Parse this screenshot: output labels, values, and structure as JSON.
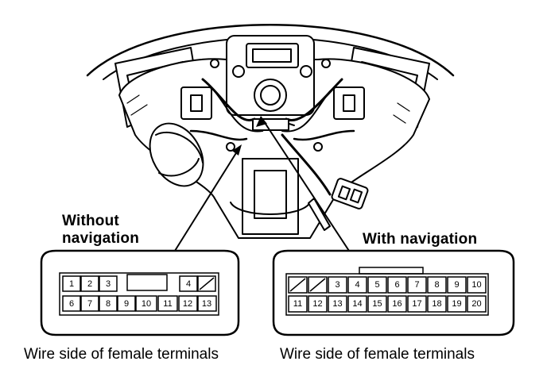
{
  "labels": {
    "without_nav_line1": "Without",
    "without_nav_line2": "navigation",
    "with_nav": "With navigation",
    "caption_left": "Wire side of female terminals",
    "caption_right": "Wire side of female terminals"
  },
  "left_connector": {
    "row1": [
      "1",
      "2",
      "3",
      "",
      "",
      "4",
      ""
    ],
    "row2": [
      "6",
      "7",
      "8",
      "9",
      "10",
      "11",
      "12",
      "13"
    ]
  },
  "right_connector": {
    "row1": [
      "",
      "",
      "3",
      "4",
      "5",
      "6",
      "7",
      "8",
      "9",
      "10"
    ],
    "row2": [
      "11",
      "12",
      "13",
      "14",
      "15",
      "16",
      "17",
      "18",
      "19",
      "20"
    ]
  }
}
